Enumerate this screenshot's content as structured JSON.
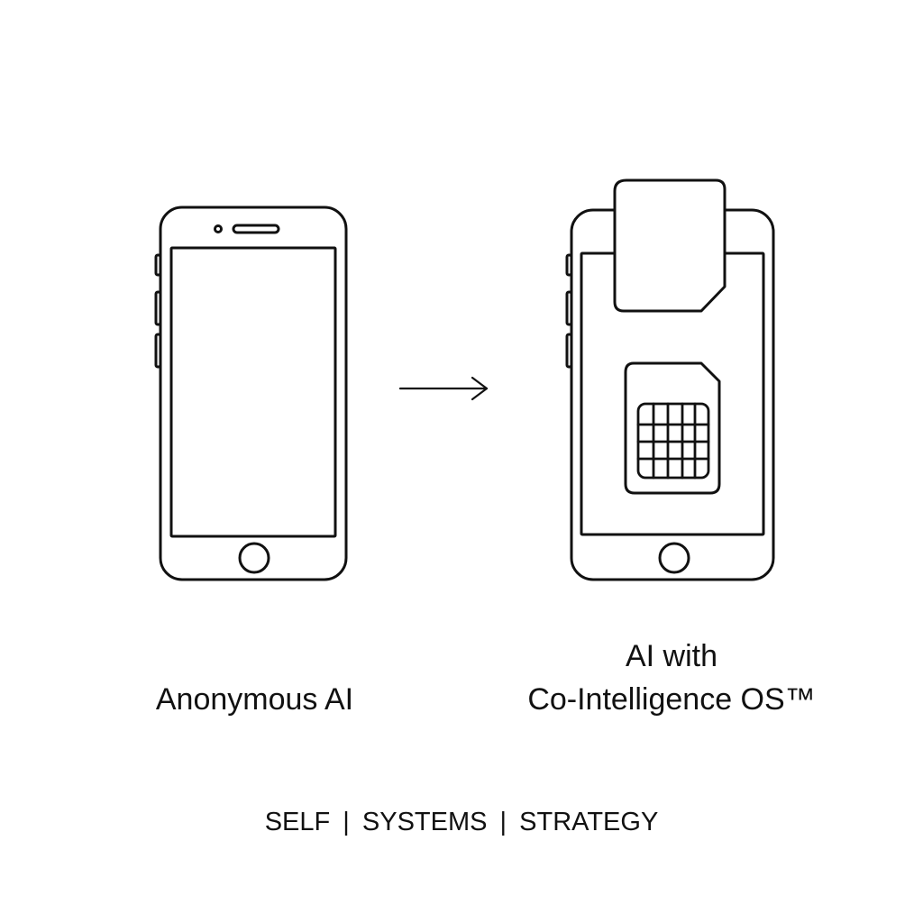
{
  "captions": {
    "left_device": "Anonymous AI",
    "right_device_line1": "AI with",
    "right_device_line2": "Co-Intelligence OS™"
  },
  "footer": {
    "items": [
      "SELF",
      "SYSTEMS",
      "STRATEGY"
    ],
    "separator": "|"
  },
  "icons": {
    "left": "smartphone-icon",
    "arrow": "arrow-right-icon",
    "right": "smartphone-with-sim-icon",
    "sim_card": "sim-card-icon",
    "sim_chip": "sim-chip-icon"
  },
  "colors": {
    "background": "#ffffff",
    "stroke": "#111111"
  }
}
